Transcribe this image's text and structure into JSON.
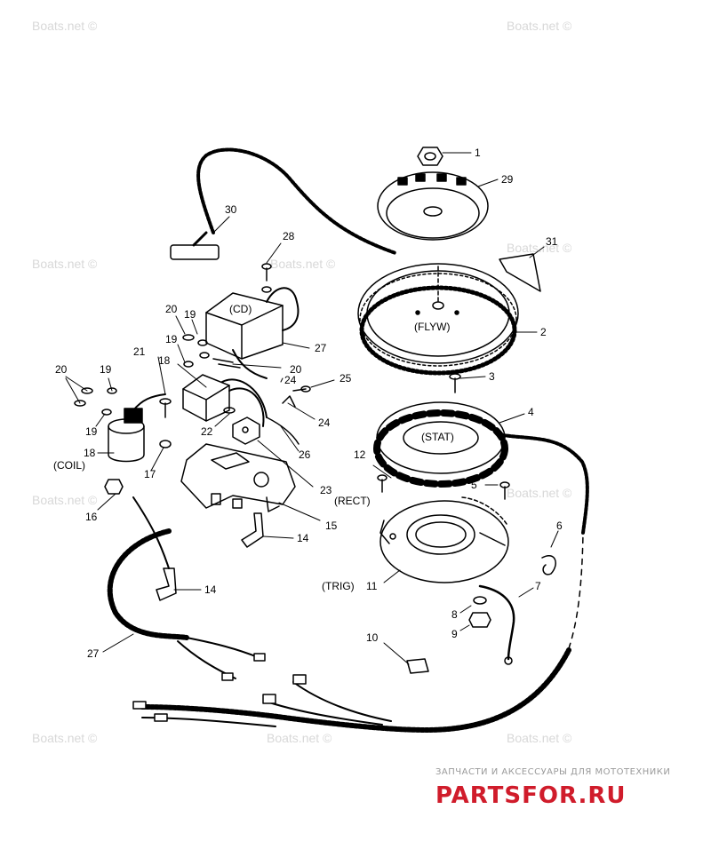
{
  "watermark": "Boats.net ©",
  "callouts": [
    {
      "id": "c1",
      "text": "1"
    },
    {
      "id": "c29",
      "text": "29"
    },
    {
      "id": "c30",
      "text": "30"
    },
    {
      "id": "c28",
      "text": "28"
    },
    {
      "id": "c31",
      "text": "31"
    },
    {
      "id": "c2",
      "text": "2"
    },
    {
      "id": "c3",
      "text": "3"
    },
    {
      "id": "c4",
      "text": "4"
    },
    {
      "id": "c5",
      "text": "5"
    },
    {
      "id": "c6",
      "text": "6"
    },
    {
      "id": "c7",
      "text": "7"
    },
    {
      "id": "c8",
      "text": "8"
    },
    {
      "id": "c9",
      "text": "9"
    },
    {
      "id": "c10",
      "text": "10"
    },
    {
      "id": "c11",
      "text": "11"
    },
    {
      "id": "c12",
      "text": "12"
    },
    {
      "id": "c14a",
      "text": "14"
    },
    {
      "id": "c14b",
      "text": "14"
    },
    {
      "id": "c15",
      "text": "15"
    },
    {
      "id": "c16",
      "text": "16"
    },
    {
      "id": "c17",
      "text": "17"
    },
    {
      "id": "c18a",
      "text": "18"
    },
    {
      "id": "c18b",
      "text": "18"
    },
    {
      "id": "c19a",
      "text": "19"
    },
    {
      "id": "c19b",
      "text": "19"
    },
    {
      "id": "c19c",
      "text": "19"
    },
    {
      "id": "c19d",
      "text": "19"
    },
    {
      "id": "c20a",
      "text": "20"
    },
    {
      "id": "c20b",
      "text": "20"
    },
    {
      "id": "c20c",
      "text": "20"
    },
    {
      "id": "c21",
      "text": "21"
    },
    {
      "id": "c22",
      "text": "22"
    },
    {
      "id": "c23",
      "text": "23"
    },
    {
      "id": "c24a",
      "text": "24"
    },
    {
      "id": "c24b",
      "text": "24"
    },
    {
      "id": "c25",
      "text": "25"
    },
    {
      "id": "c26",
      "text": "26"
    },
    {
      "id": "c27a",
      "text": "27"
    },
    {
      "id": "c27b",
      "text": "27"
    }
  ],
  "component_labels": {
    "cd": "(CD)",
    "flyw": "(FLYW)",
    "stat": "(STAT)",
    "trig": "(TRIG)",
    "coil": "(COIL)",
    "rect": "(RECT)"
  },
  "brand": {
    "tagline": "ЗАПЧАСТИ И АКСЕССУАРЫ ДЛЯ МОТОТЕХНИКИ",
    "name": "PARTSFOR.RU",
    "color": "#d01c2b"
  }
}
